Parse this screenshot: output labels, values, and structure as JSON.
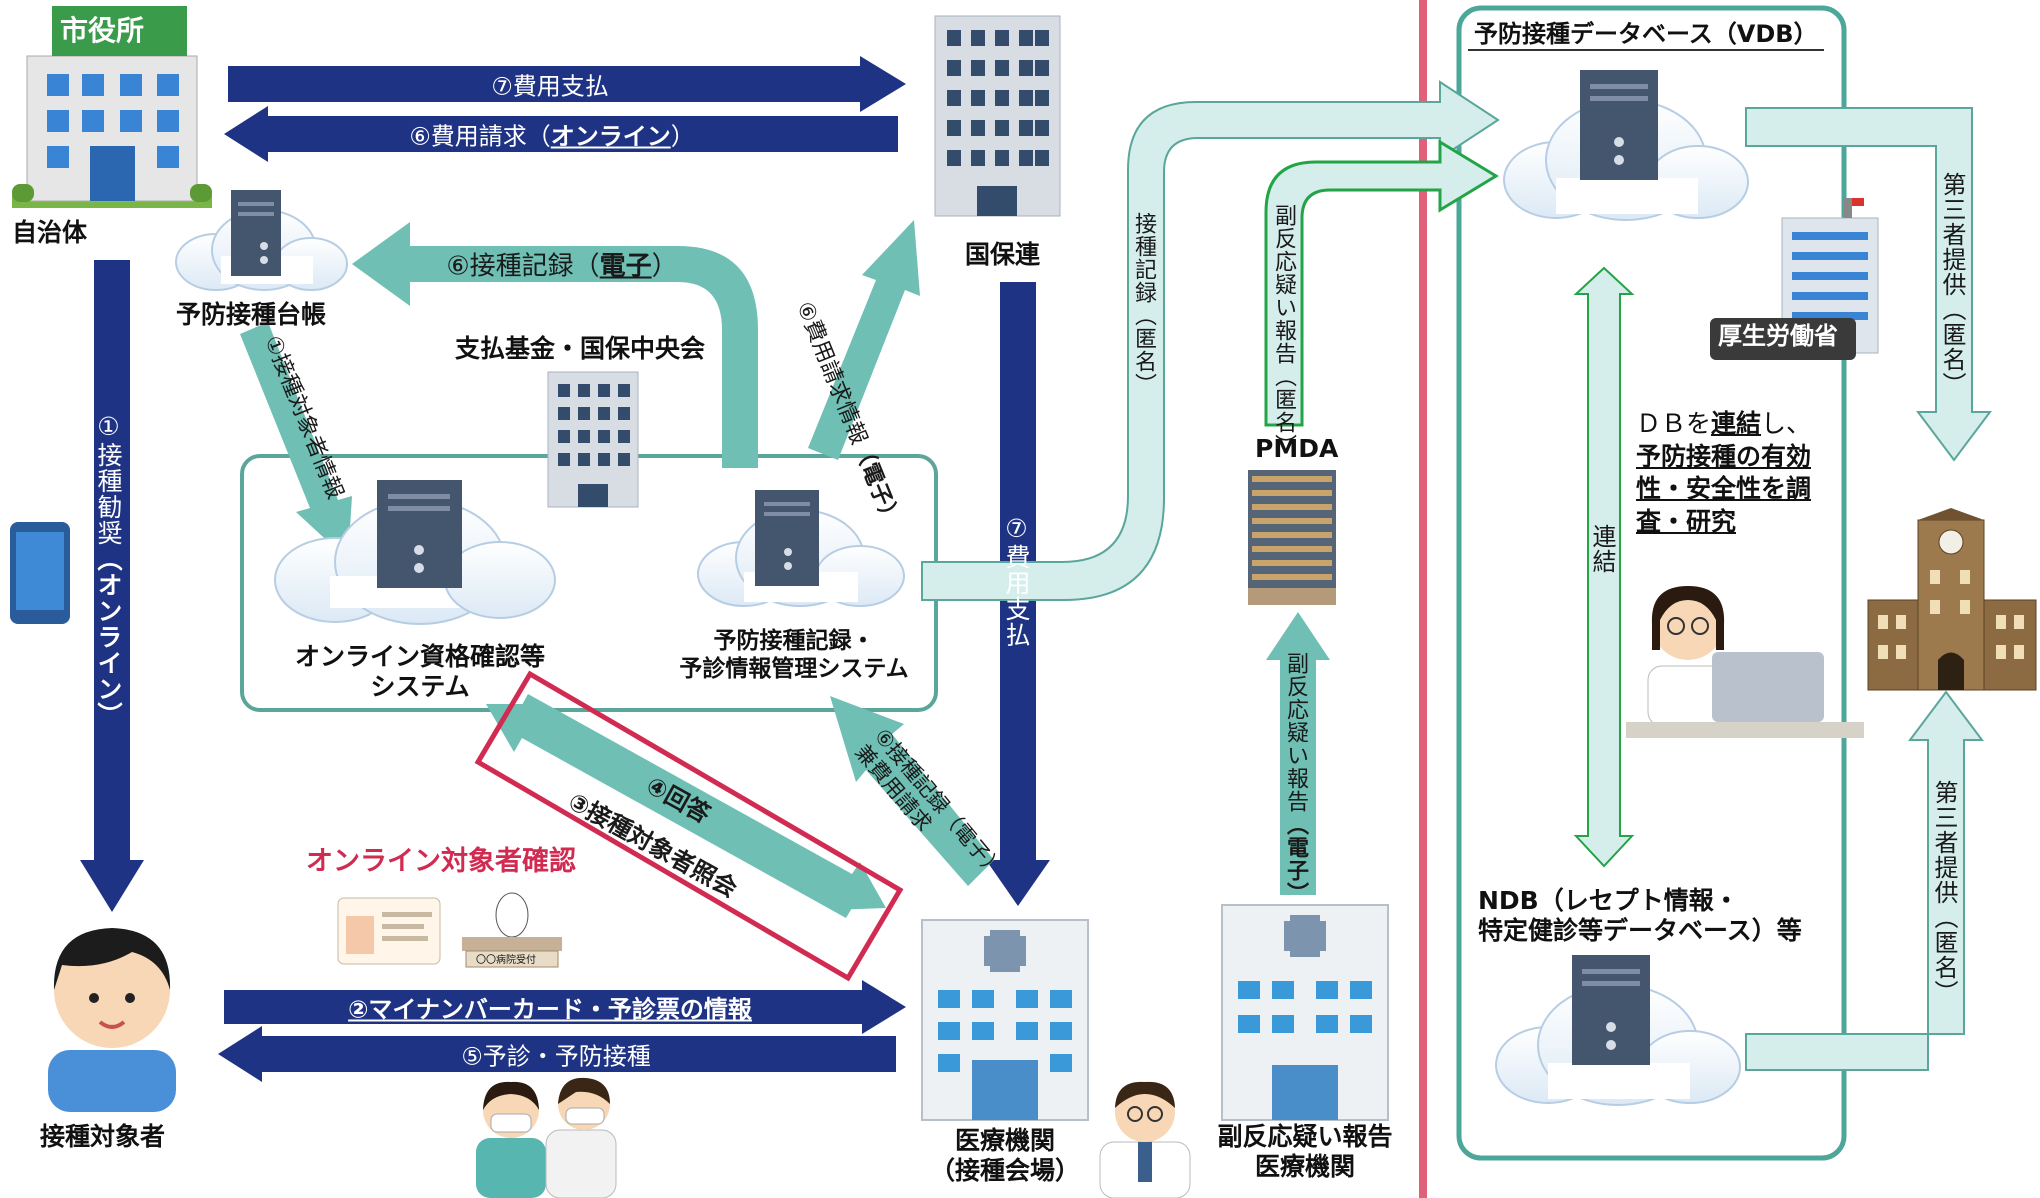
{
  "nodes": {
    "municipality_sign": "市役所",
    "municipality": "自治体",
    "register": "予防接種台帳",
    "kokuhoren": "国保連",
    "fund": "支払基金・国保中央会",
    "online_system_l1": "オンライン資格確認等",
    "online_system_l2": "システム",
    "record_system_l1": "予防接種記録・",
    "record_system_l2": "予診情報管理システム",
    "subject": "接種対象者",
    "online_check": "オンライン対象者確認",
    "medical_l1": "医療機関",
    "medical_l2": "（接種会場）",
    "pmda": "PMDA",
    "adverse_inst_l1": "副反応疑い報告",
    "adverse_inst_l2": "医療機関",
    "vdb_title": "予防接種データベース（VDB）",
    "mhlw": "厚生労働省",
    "db_link_l1": "ＤＢを",
    "db_link_l1b": "連結",
    "db_link_l1c": "し、",
    "db_link_l2": "予防接種の有効",
    "db_link_l3": "性・安全性を調",
    "db_link_l4": "査・研究",
    "ndb_l1": "NDB（レセプト情報・",
    "ndb_l2": "特定健診等データベース）等",
    "clinic_sign": "〇〇病院受付"
  },
  "arrows": {
    "cost_payment_top": "⑦費用支払",
    "cost_claim_prefix": "⑥費用請求（",
    "cost_claim_emph": "オンライン",
    "cost_claim_suffix": "）",
    "record_prefix": "⑥接種記録（",
    "record_emph": "電子",
    "record_suffix": "）",
    "claim_info_a": "⑥費用請求情報",
    "claim_info_b": "（電子）",
    "target_info": "①接種対象者情報",
    "recommend_a": "①接種勧奨",
    "recommend_b": "（オンライン）",
    "cost_payment_mid": "⑦費用支払",
    "record_anon_a": "接種記録",
    "record_anon_b": "（匿名）",
    "adverse_anon_a": "副反応疑い報告",
    "adverse_anon_b": "（匿名）",
    "adverse_elec_a": "副反応疑い報告",
    "adverse_elec_b": "（電子）",
    "answer": "④回答",
    "inquiry": "③接種対象者照会",
    "record_claim_a": "⑥接種記録（電子）",
    "record_claim_b": "兼費用請求",
    "mynumber": "②マイナンバーカード・予診票の情報",
    "exam": "⑤予診・予防接種",
    "link": "連結",
    "third_party_top_a": "第三者提供",
    "third_party_top_b": "（匿名）",
    "third_party_bot_a": "第三者提供",
    "third_party_bot_b": "（匿名）"
  },
  "colors": {
    "navy": "#1f3384",
    "teal": "#6fbfb4",
    "light_teal": "#d5eeec",
    "green": "#23a447",
    "red": "#e0607a",
    "crimson": "#d12b52"
  }
}
